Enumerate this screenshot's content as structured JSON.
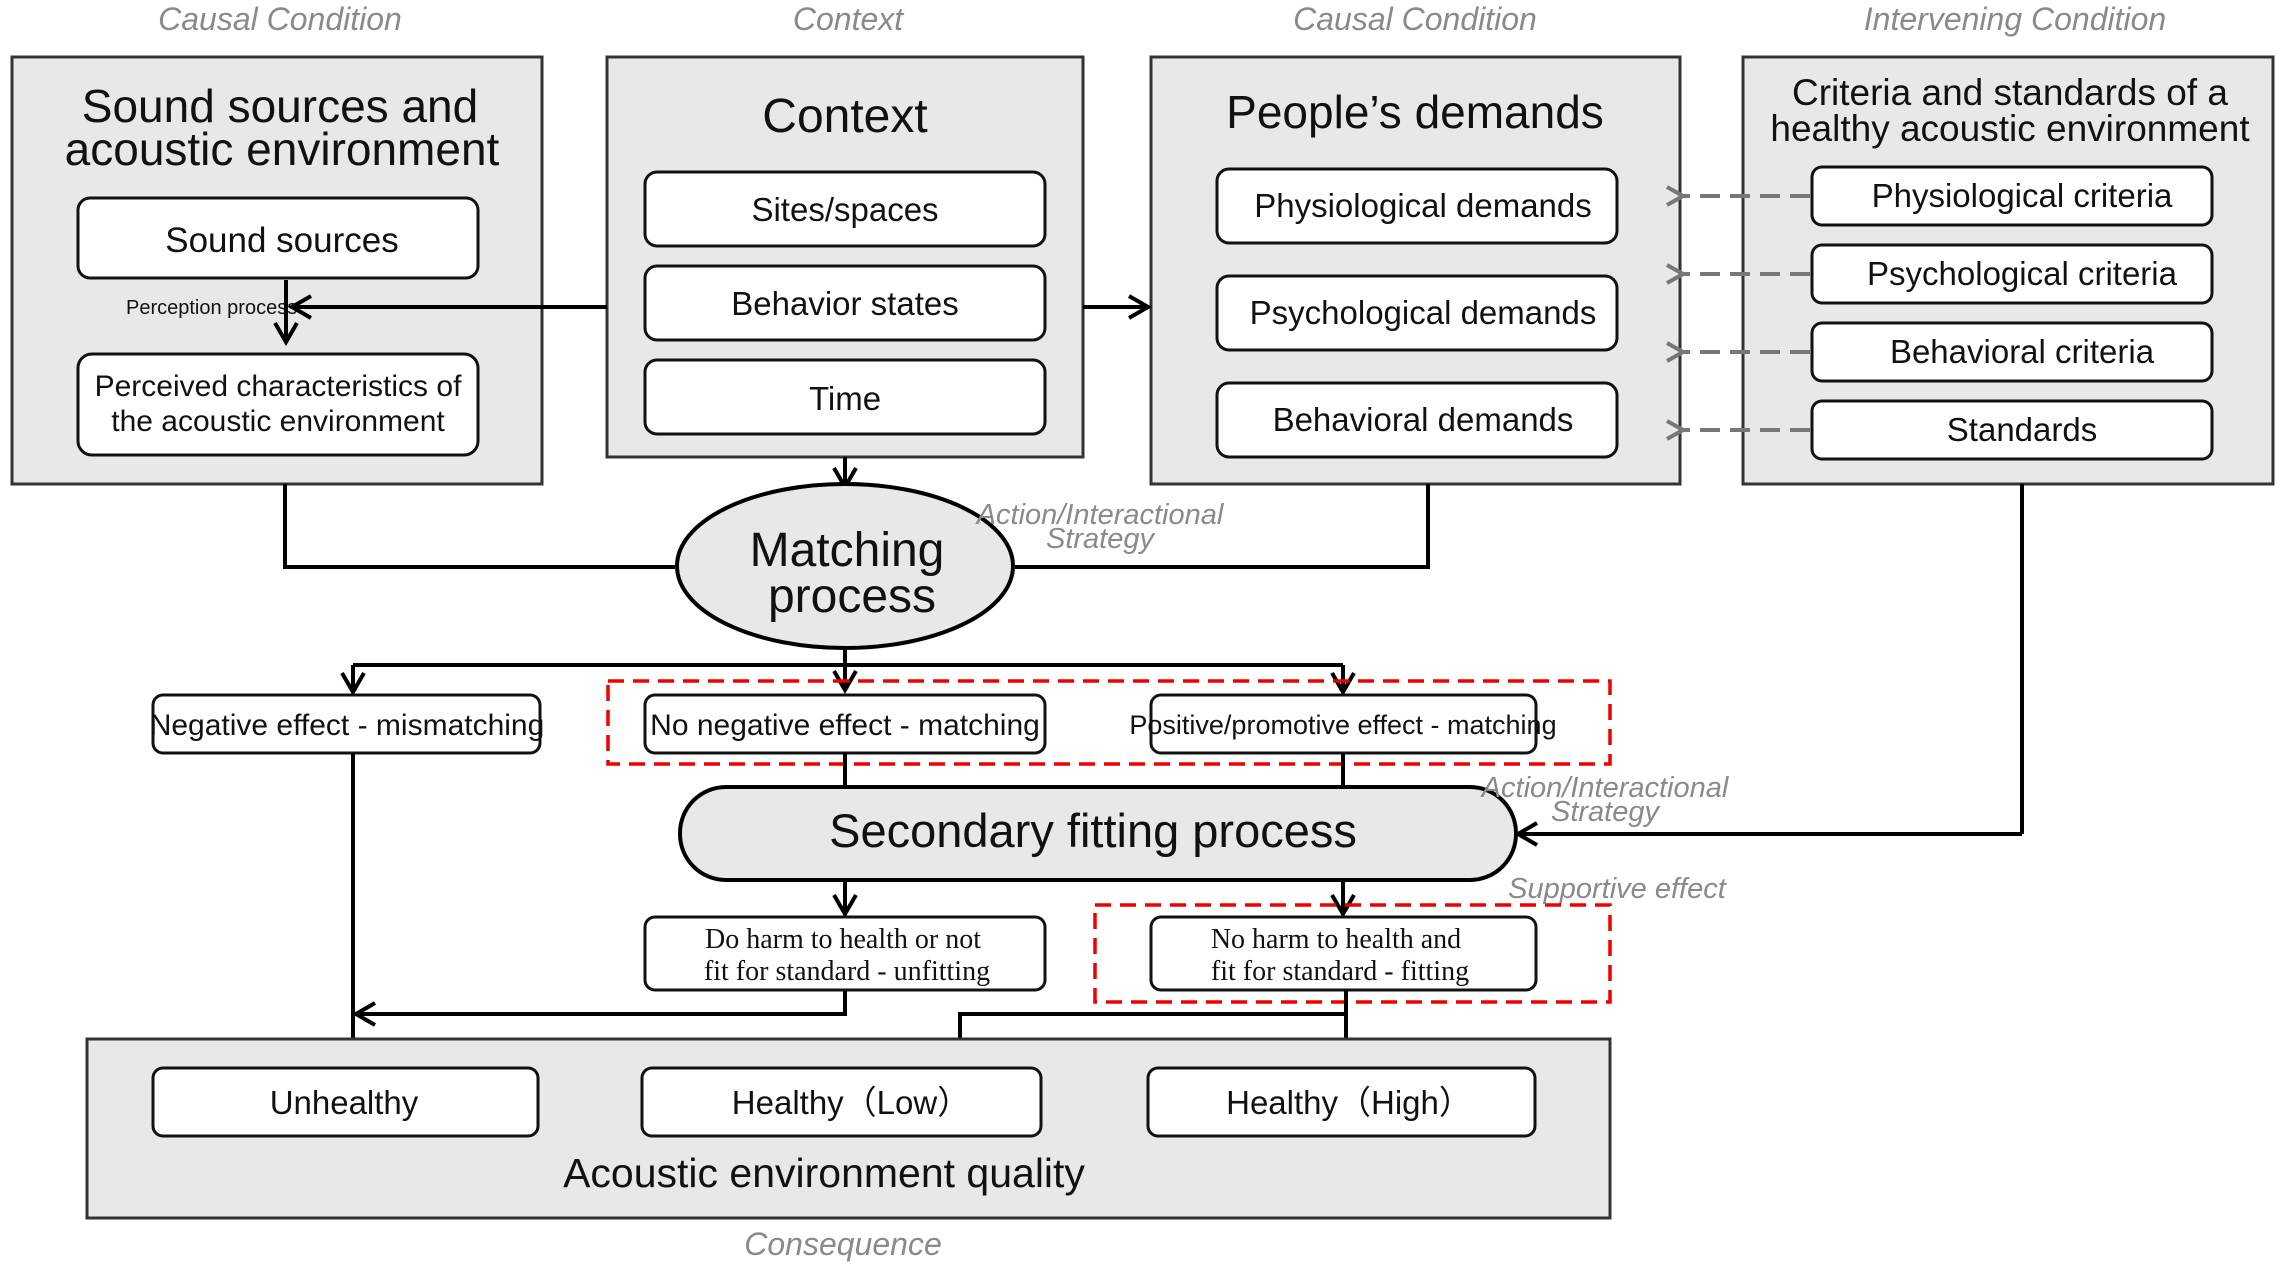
{
  "captions": {
    "causal_1": "Causal Condition",
    "context": "Context",
    "causal_2": "Causal Condition",
    "intervening": "Intervening Condition",
    "consequence": "Consequence",
    "strategy_1_line1": "Action/Interactional",
    "strategy_1_line2": "Strategy",
    "strategy_2_line1": "Action/Interactional",
    "strategy_2_line2": "Strategy",
    "supportive": "Supportive effect"
  },
  "sound": {
    "title_line1": "Sound sources and",
    "title_line2": "acoustic environment",
    "sources": "Sound sources",
    "perception": "Perception process",
    "perceived_line1": "Perceived characteristics of",
    "perceived_line2": "the acoustic environment"
  },
  "context": {
    "title": "Context",
    "items": [
      "Sites/spaces",
      "Behavior states",
      "Time"
    ]
  },
  "demands": {
    "title": "People’s demands",
    "items": [
      "Physiological demands",
      "Psychological demands",
      "Behavioral demands"
    ]
  },
  "criteria": {
    "title_line1": "Criteria and standards of a",
    "title_line2": "healthy acoustic environment",
    "items": [
      "Physiological criteria",
      "Psychological criteria",
      "Behavioral criteria",
      "Standards"
    ]
  },
  "matching": {
    "line1": "Matching",
    "line2": "process"
  },
  "effects": {
    "negative": "Negative effect - mismatching",
    "no_negative": "No negative effect - matching",
    "positive": "Positive/promotive effect - matching"
  },
  "secondary": "Secondary fitting process",
  "fitting": {
    "unfit_line1": "Do harm to health or not",
    "unfit_line2": "fit for standard - unfitting",
    "fit_line1": "No harm to health and",
    "fit_line2": "fit for standard - fitting"
  },
  "quality": {
    "title": "Acoustic  environment  quality",
    "items": [
      "Unhealthy",
      "Healthy（Low）",
      "Healthy（High）"
    ]
  }
}
